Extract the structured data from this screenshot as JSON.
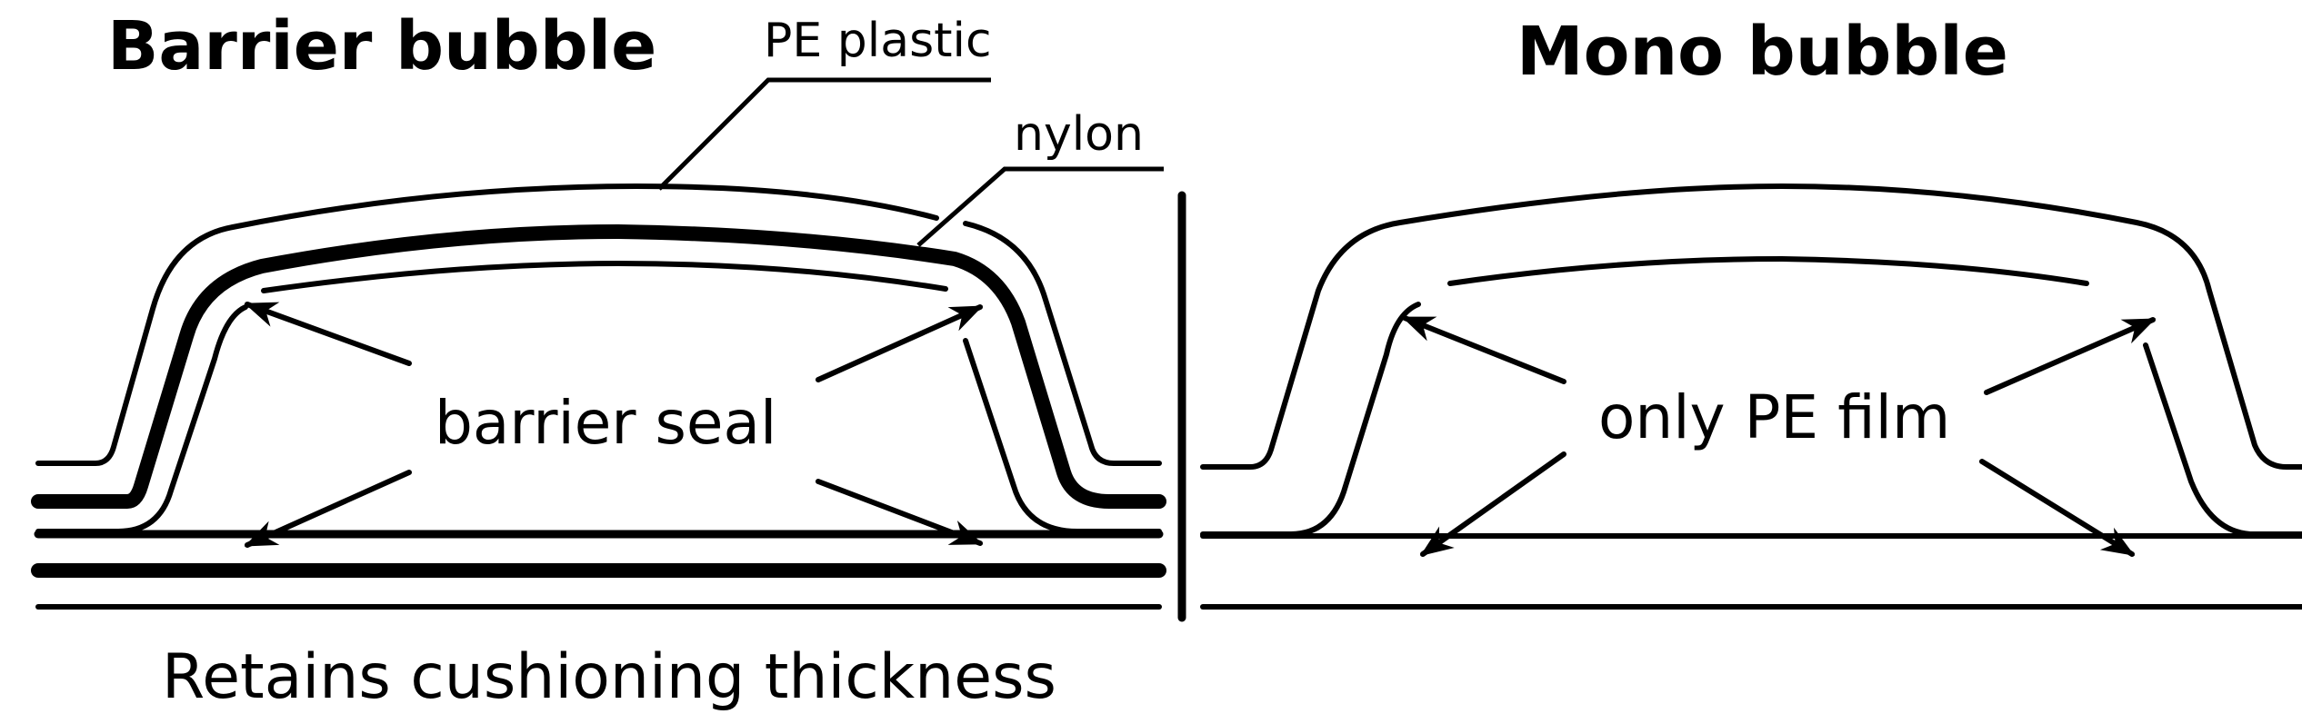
{
  "left_panel": {
    "title": "Barrier bubble",
    "layer_labels": {
      "outer": "PE plastic",
      "middle": "nylon"
    },
    "center_label": "barrier seal",
    "caption": "Retains cushioning thickness"
  },
  "right_panel": {
    "title": "Mono bubble",
    "center_label": "only PE film"
  },
  "colors": {
    "ink": "#000000",
    "background": "#ffffff"
  }
}
